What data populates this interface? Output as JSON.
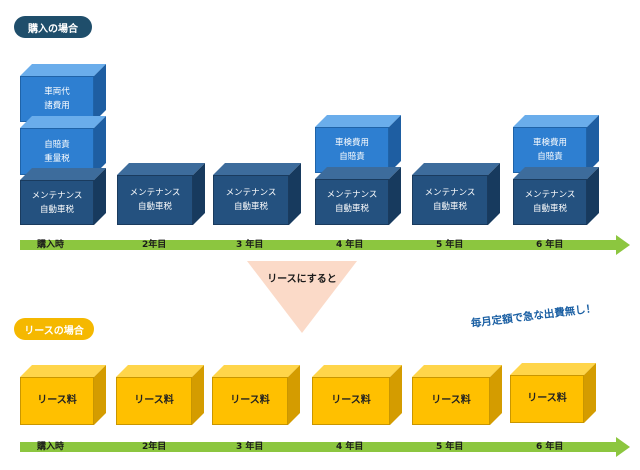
{
  "purchase": {
    "heading": "購入の場合",
    "cubes": {
      "c1_top": [
        "車両代",
        "諸費用"
      ],
      "c1_mid": [
        "自賠責",
        "重量税"
      ],
      "c1_base": [
        "メンテナンス",
        "自動車税"
      ],
      "c2_base": [
        "メンテナンス",
        "自動車税"
      ],
      "c3_base": [
        "メンテナンス",
        "自動車税"
      ],
      "c4_top": [
        "車検費用",
        "自賠責"
      ],
      "c4_base": [
        "メンテナンス",
        "自動車税"
      ],
      "c5_base": [
        "メンテナンス",
        "自動車税"
      ],
      "c6_top": [
        "車検費用",
        "自賠責"
      ],
      "c6_base": [
        "メンテナンス",
        "自動車税"
      ]
    }
  },
  "transition": {
    "label": "リースにすると"
  },
  "lease": {
    "heading": "リースの場合",
    "slogan": "毎月定額で急な出費無し！",
    "cube_label": "リース料"
  },
  "timeline": {
    "ticks": [
      "購入時",
      "2年目",
      "3 年目",
      "4 年目",
      "5 年目",
      "6 年目"
    ]
  },
  "colors": {
    "dark_blue": "#24517f",
    "light_blue": "#2e7fd1",
    "lease_yellow": "#ffc000",
    "timeline_green": "#8cc63f",
    "heading_navy": "#1f4e6b"
  }
}
